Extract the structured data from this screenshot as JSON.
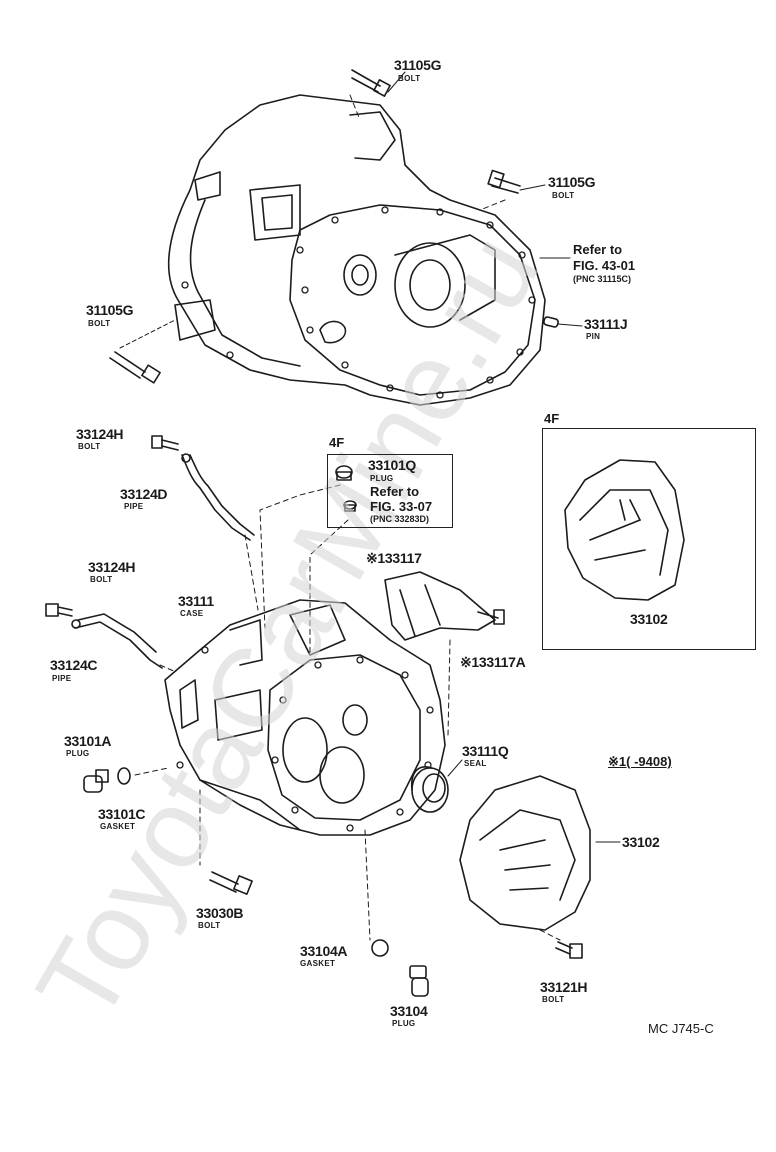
{
  "watermark": "ToyotaCarMine.ru",
  "figure_code": "MC J745-C",
  "box_4f_plug": {
    "title": "4F",
    "part": "33101Q",
    "desc": "PLUG",
    "refer1": "Refer to",
    "refer2": "FIG. 33-07",
    "pnc": "(PNC 33283D)"
  },
  "box_4f_cover": {
    "title": "4F",
    "part": "33102"
  },
  "refer_top": {
    "line1": "Refer to",
    "line2": "FIG. 43-01",
    "pnc": "(PNC 31115C)"
  },
  "variant_note": "※1(      -9408)",
  "parts": [
    {
      "id": "31105G",
      "desc": "BOLT"
    },
    {
      "id": "31105G",
      "desc": "BOLT"
    },
    {
      "id": "31105G",
      "desc": "BOLT"
    },
    {
      "id": "33111J",
      "desc": "PIN"
    },
    {
      "id": "33124H",
      "desc": "BOLT"
    },
    {
      "id": "33124D",
      "desc": "PIPE"
    },
    {
      "id": "※133117",
      "desc": ""
    },
    {
      "id": "33124H",
      "desc": "BOLT"
    },
    {
      "id": "33111",
      "desc": "CASE"
    },
    {
      "id": "※133117A",
      "desc": ""
    },
    {
      "id": "33124C",
      "desc": "PIPE"
    },
    {
      "id": "33101A",
      "desc": "PLUG"
    },
    {
      "id": "33111Q",
      "desc": "SEAL"
    },
    {
      "id": "33101C",
      "desc": "GASKET"
    },
    {
      "id": "33102",
      "desc": ""
    },
    {
      "id": "33030B",
      "desc": "BOLT"
    },
    {
      "id": "33104A",
      "desc": "GASKET"
    },
    {
      "id": "33121H",
      "desc": "BOLT"
    },
    {
      "id": "33104",
      "desc": "PLUG"
    }
  ]
}
